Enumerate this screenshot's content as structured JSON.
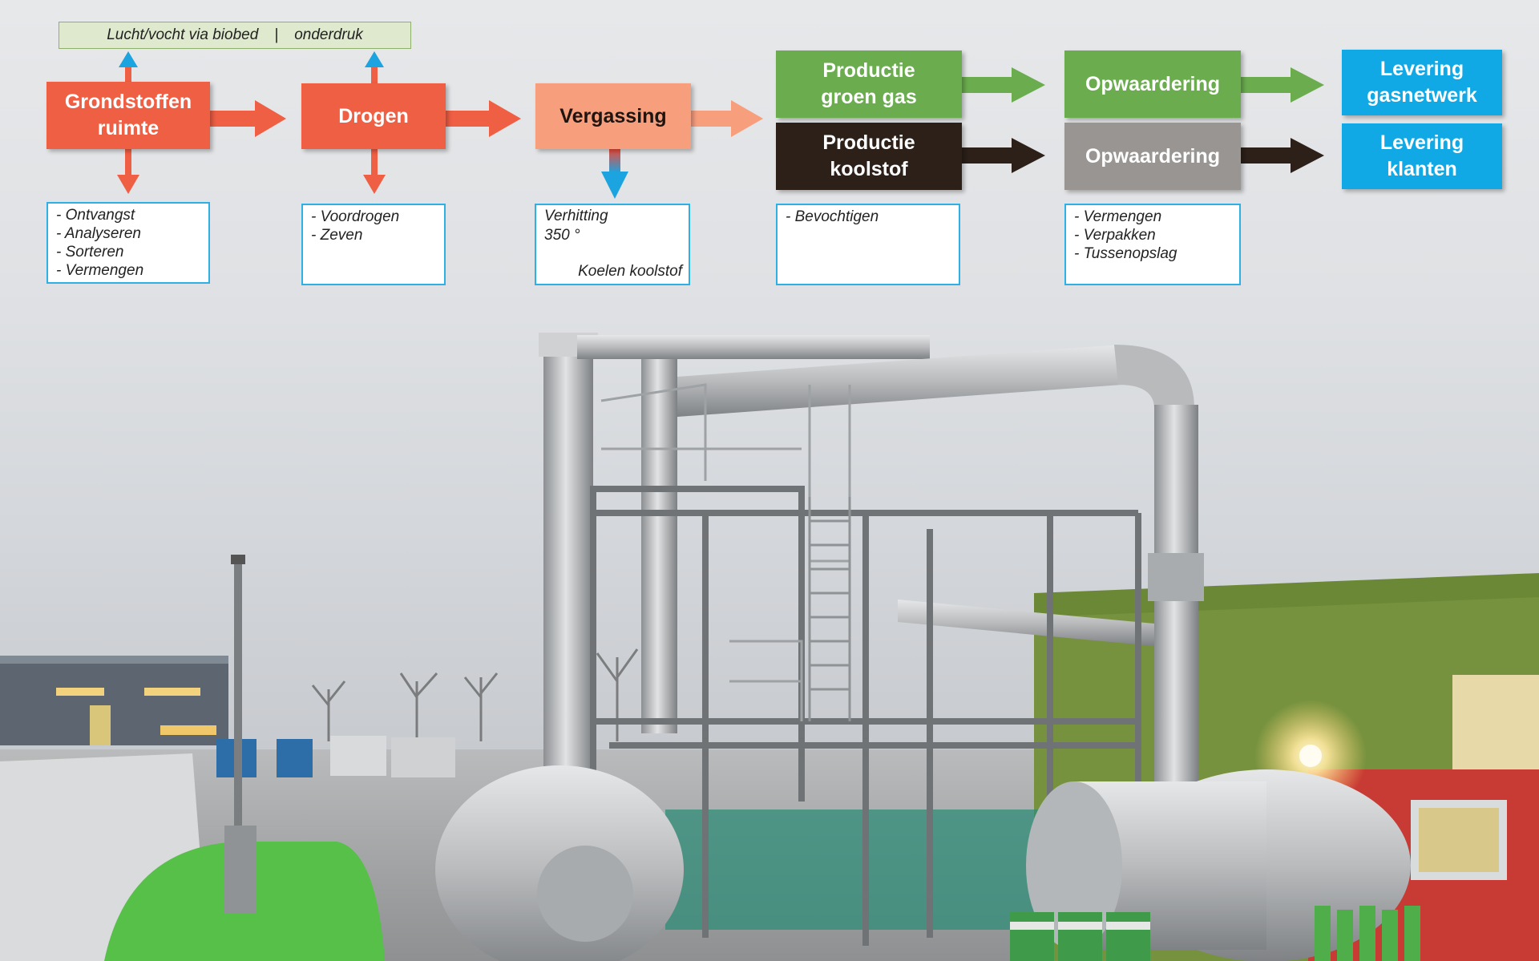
{
  "top_note": {
    "left": "Lucht/vocht via biobed",
    "separator": "|",
    "right": "onderdruk"
  },
  "process_steps": [
    {
      "line1": "Grondstoffen",
      "line2": "ruimte"
    },
    {
      "line1": "Drogen",
      "line2": ""
    },
    {
      "line1": "Vergassing",
      "line2": ""
    }
  ],
  "production": [
    {
      "line1": "Productie",
      "line2": "groen gas"
    },
    {
      "line1": "Productie",
      "line2": "koolstof"
    }
  ],
  "upgrading": [
    {
      "label": "Opwaardering"
    },
    {
      "label": "Opwaardering"
    }
  ],
  "delivery": [
    {
      "line1": "Levering",
      "line2": "gasnetwerk"
    },
    {
      "line1": "Levering",
      "line2": "klanten"
    }
  ],
  "notes": {
    "grondstoffen": [
      "- Ontvangst",
      "- Analyseren",
      "- Sorteren",
      "- Vermengen"
    ],
    "drogen": [
      "- Voordrogen",
      "- Zeven"
    ],
    "vergassing": {
      "top": "Verhitting",
      "temp": "350 °",
      "bottom": "Koelen koolstof"
    },
    "productie": [
      "- Bevochtigen"
    ],
    "opwaardering": [
      "- Vermengen",
      "- Verpakken",
      "- Tussenopslag"
    ]
  },
  "colors": {
    "red_orange": "#ef5f44",
    "salmon": "#f79e7d",
    "green": "#6aac4e",
    "dark_brown": "#2c2019",
    "gray": "#999592",
    "cyan": "#11a9e5",
    "note_border": "#2eb0e4",
    "note_green": "#dfe9cd"
  }
}
